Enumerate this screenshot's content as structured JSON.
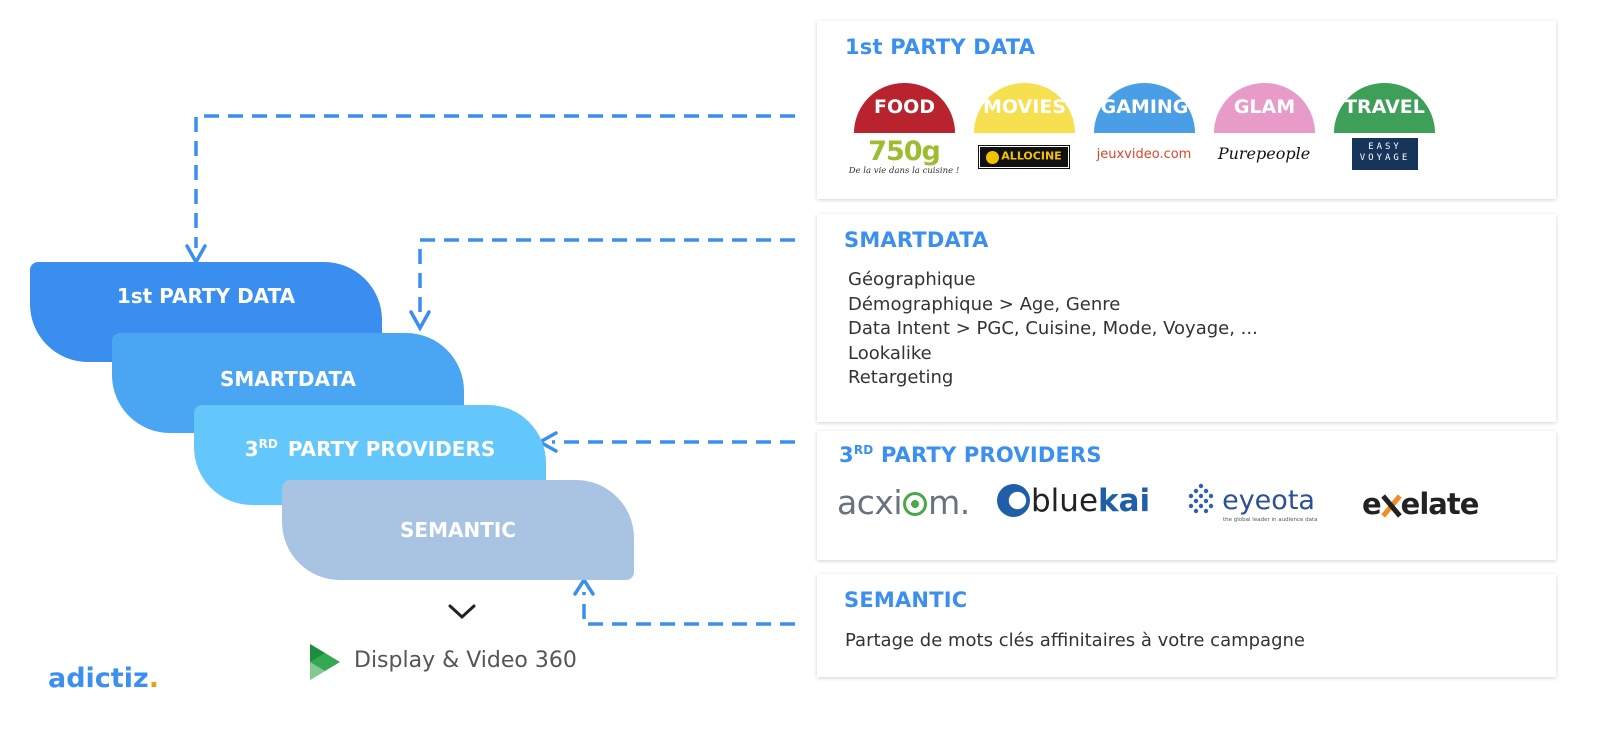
{
  "first_party": {
    "title": "1st PARTY DATA",
    "categories": [
      {
        "label": "FOOD",
        "color": "#b8232d",
        "brand": "750g",
        "brand_tagline": "De la vie dans la cuisine !"
      },
      {
        "label": "MOVIES",
        "color": "#f6e04f",
        "brand": "ALLOCINE"
      },
      {
        "label": "GAMING",
        "color": "#4a9ee6",
        "brand": "jeuxvideo.com"
      },
      {
        "label": "GLAM",
        "color": "#e89ac8",
        "brand": "Purepeople"
      },
      {
        "label": "TRAVEL",
        "color": "#3e9f58",
        "brand_line1": "EASY",
        "brand_line2": "VOYAGE"
      }
    ]
  },
  "smartdata": {
    "title": "SMARTDATA",
    "lines": [
      "Géographique",
      "Démographique > Age, Genre",
      "Data Intent > PGC, Cuisine, Mode, Voyage, ...",
      "Lookalike",
      "Retargeting"
    ]
  },
  "third_party": {
    "title_prefix": "3",
    "title_sup": "RD",
    "title_rest": "PARTY PROVIDERS",
    "partners": {
      "acxiom": {
        "pre": "acxi",
        "post": "m."
      },
      "bluekai": {
        "pre": "blue",
        "post": "kai"
      },
      "eyeota": {
        "name": "eyeota",
        "tagline": "the global leader in audience data"
      },
      "exelate": {
        "pre": "e",
        "post": "elate"
      }
    }
  },
  "semantic": {
    "title": "SEMANTIC",
    "description": "Partage de mots clés affinitaires à votre campagne"
  },
  "stack": {
    "first": "1st PARTY DATA",
    "smartdata": "SMARTDATA",
    "third_prefix": "3",
    "third_sup": "RD",
    "third_rest": "PARTY PROVIDERS",
    "semantic": "SEMANTIC"
  },
  "dv360": {
    "label": "Display & Video 360"
  },
  "logo": {
    "text": "adictiz",
    "dot": "."
  },
  "colors": {
    "accent": "#3b8ff0",
    "stack_first": "#3a8ef0",
    "stack_smart": "#4aa6f2",
    "stack_third": "#64c7fb",
    "stack_semantic": "#a8c4e2"
  }
}
